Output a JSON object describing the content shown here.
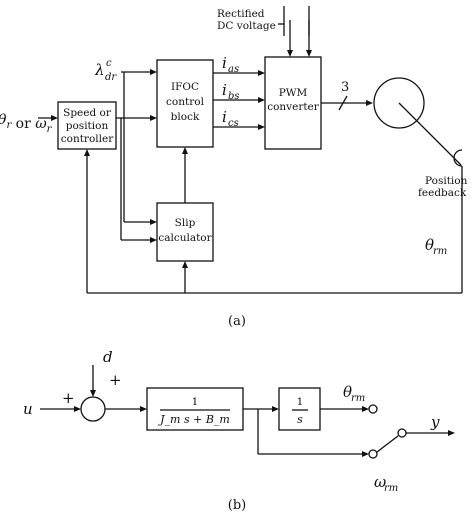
{
  "part_a": {
    "input_label": "θ_r or ω_r",
    "speed_block": [
      "Speed or",
      "position",
      "controller"
    ],
    "flux_reference": "λ^c_dr",
    "ifoc_block": [
      "IFOC",
      "control",
      "block"
    ],
    "currents": [
      "i_as",
      "i_bs",
      "i_cs"
    ],
    "pwm_block": [
      "PWM",
      "converter"
    ],
    "dc_label": [
      "Rectified",
      "DC voltage"
    ],
    "phase_count": "3",
    "slip_block": [
      "Slip",
      "calculator"
    ],
    "position_feedback": [
      "Position",
      "feedback"
    ],
    "feedback_signal": "θ_rm",
    "caption": "(a)"
  },
  "part_b": {
    "input": "u",
    "disturbance": "d",
    "plus_left": "+",
    "plus_top": "+",
    "tf_numerator": "1",
    "tf_denominator": "J_m s + B_m",
    "integrator_num": "1",
    "integrator_den": "s",
    "theta_out": "θ_rm",
    "omega_out": "ω_rm",
    "output": "y",
    "caption": "(b)"
  }
}
